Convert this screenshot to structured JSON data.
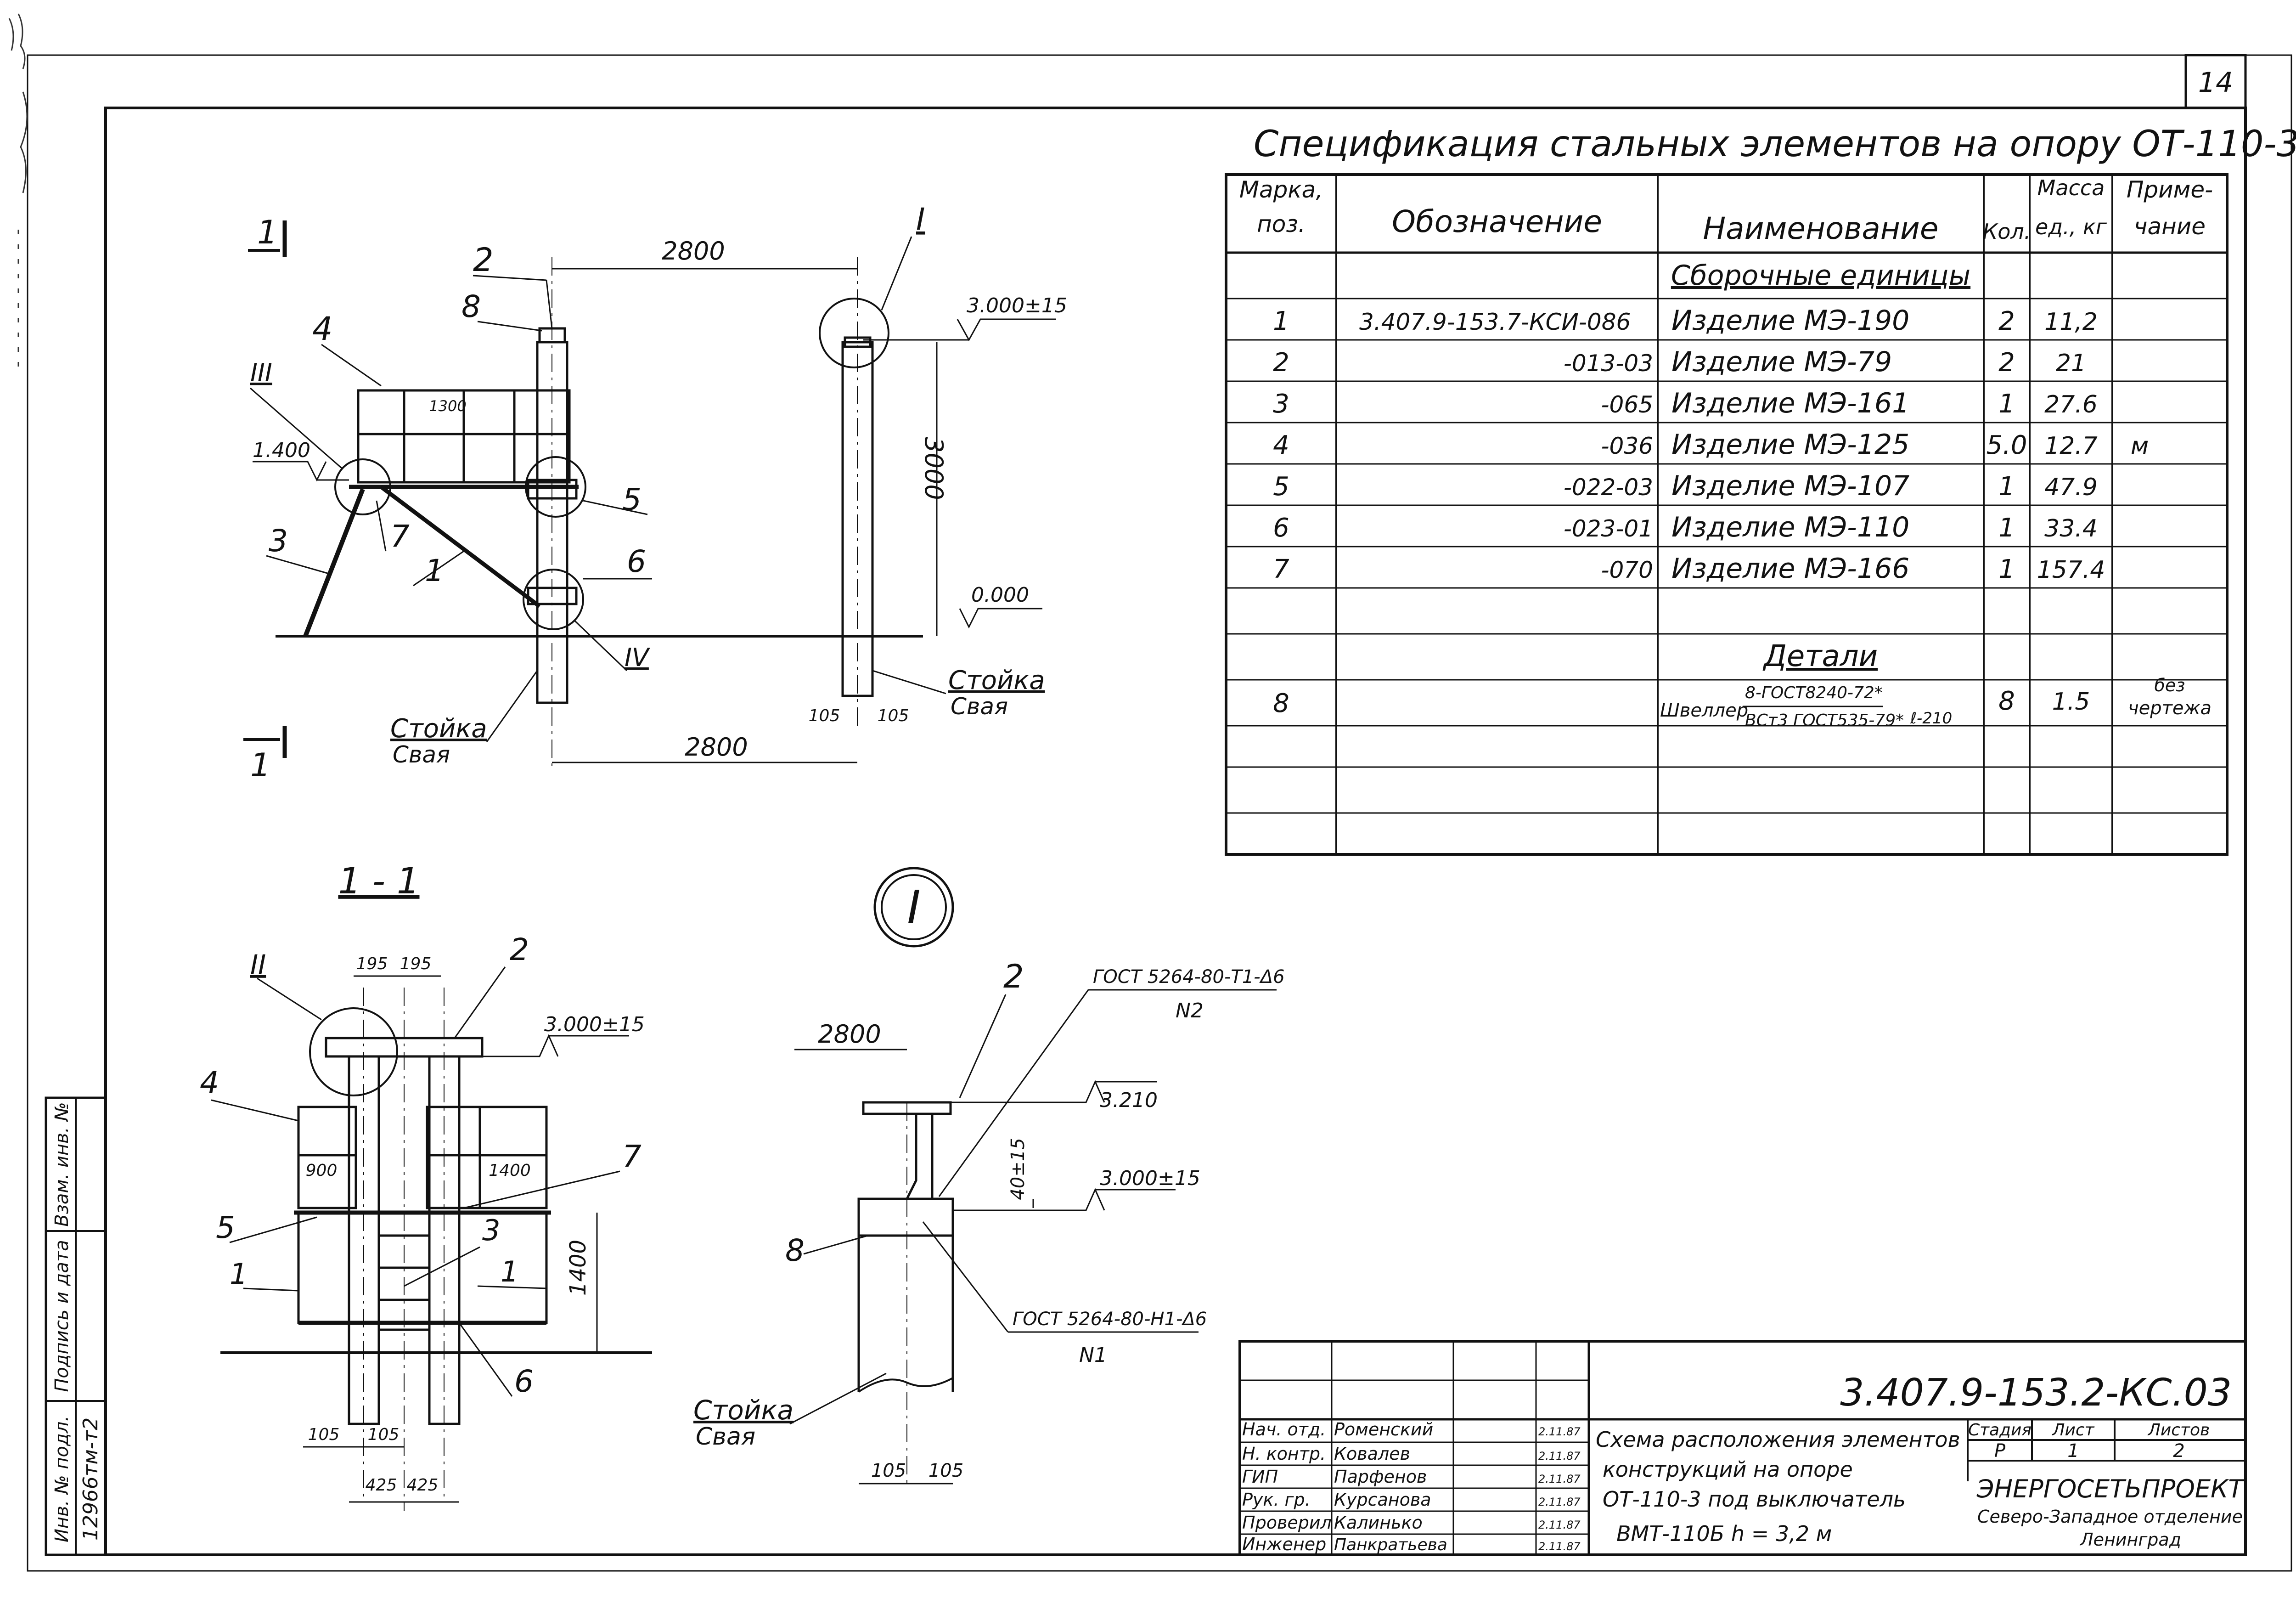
{
  "sheet_number": "14",
  "spec": {
    "title": "Спецификация стальных элементов на опору ОТ-110-3",
    "headers": {
      "mark": [
        "Марка,",
        "поз."
      ],
      "designation": "Обозначение",
      "name": "Наименование",
      "qty": "Кол.",
      "mass": [
        "Масса",
        "ед., кг"
      ],
      "note": [
        "Приме-",
        "чание"
      ]
    },
    "section_assembly": "Сборочные единицы",
    "section_details": "Детали",
    "rows": [
      {
        "mark": "1",
        "designation": "3.407.9-153.7-КСИ-086",
        "name": "Изделие МЭ-190",
        "qty": "2",
        "mass": "11,2",
        "note": ""
      },
      {
        "mark": "2",
        "designation": "-013-03",
        "name": "Изделие МЭ-79",
        "qty": "2",
        "mass": "21",
        "note": ""
      },
      {
        "mark": "3",
        "designation": "-065",
        "name": "Изделие МЭ-161",
        "qty": "1",
        "mass": "27.6",
        "note": ""
      },
      {
        "mark": "4",
        "designation": "-036",
        "name": "Изделие МЭ-125",
        "qty": "5.0",
        "mass": "12.7",
        "note": "м"
      },
      {
        "mark": "5",
        "designation": "-022-03",
        "name": "Изделие МЭ-107",
        "qty": "1",
        "mass": "47.9",
        "note": ""
      },
      {
        "mark": "6",
        "designation": "-023-01",
        "name": "Изделие МЭ-110",
        "qty": "1",
        "mass": "33.4",
        "note": ""
      },
      {
        "mark": "7",
        "designation": "-070",
        "name": "Изделие МЭ-166",
        "qty": "1",
        "mass": "157.4",
        "note": ""
      }
    ],
    "detail_row": {
      "mark": "8",
      "name_line1": "Швеллер",
      "name_frac_top": "8-ГОСТ8240-72*",
      "name_frac_bottom": "ВСт3 ГОСТ535-79*",
      "name_suffix": "ℓ-210",
      "qty": "8",
      "mass": "1.5",
      "note": [
        "без",
        "чертежа"
      ]
    }
  },
  "view_top": {
    "section_mark": "1",
    "dims": {
      "span_top": "2800",
      "span_bottom": "2800",
      "height": "3000",
      "inner": "1300",
      "left_half": "105",
      "right_half": "105"
    },
    "levels": {
      "top": "3.000±15",
      "platform": "1.400",
      "ground": "0.000"
    },
    "pos_labels": [
      "1",
      "2",
      "3",
      "4",
      "5",
      "6",
      "7",
      "8"
    ],
    "node_labels": {
      "i": "I",
      "iii": "III",
      "iv": "IV"
    },
    "post_label": [
      "Стойка",
      "Свая"
    ]
  },
  "view_section": {
    "title": "1 - 1",
    "node_label": "II",
    "dims": {
      "a": "195",
      "b": "195",
      "left": "900",
      "right": "1400",
      "height": "1400",
      "b1": "105",
      "b2": "105",
      "b3": "425",
      "b4": "425"
    },
    "level_top": "3.000±15",
    "pos_labels": [
      "1",
      "1",
      "2",
      "3",
      "4",
      "5",
      "6",
      "7"
    ]
  },
  "view_node": {
    "circle_label": "I",
    "weld_top": [
      "ГОСТ 5264-80-Т1-Δ6",
      "N2"
    ],
    "weld_bottom": [
      "ГОСТ 5264-80-Н1-Δ6",
      "N1"
    ],
    "dims": {
      "span": "2800",
      "level_a": "3.210",
      "gap": "40±15",
      "level_b": "3.000±15",
      "w1": "105",
      "w2": "105"
    },
    "pos_labels": [
      "2",
      "8"
    ],
    "post_label": [
      "Стойка",
      "Свая"
    ]
  },
  "side_stamp": {
    "inv_orig": "Инв. № подл.",
    "sign_date": "Подпись и дата",
    "inv_repl": "Взам. инв. №",
    "inv_value": "12966тм-т2"
  },
  "title_block": {
    "code": "3.407.9-153.2-КС.03",
    "staff": [
      {
        "role": "Нач. отд.",
        "name": "Роменский",
        "date": "2.11.87"
      },
      {
        "role": "Н. контр.",
        "name": "Ковалев",
        "date": "2.11.87"
      },
      {
        "role": "ГИП",
        "name": "Парфенов",
        "date": "2.11.87"
      },
      {
        "role": "Рук. гр.",
        "name": "Курсанова",
        "date": "2.11.87"
      },
      {
        "role": "Проверил",
        "name": "Калинько",
        "date": "2.11.87"
      },
      {
        "role": "Инженер",
        "name": "Панкратьева",
        "date": "2.11.87"
      }
    ],
    "description": [
      "Схема расположения элементов",
      "конструкций на опоре",
      "ОТ-110-3 под выключатель",
      "ВМТ-110Б     h = 3,2 м"
    ],
    "stage_label": "Стадия",
    "sheet_label": "Лист",
    "sheets_label": "Листов",
    "stage": "Р",
    "sheet": "1",
    "sheets": "2",
    "org": [
      "ЭНЕРГОСЕТЬПРОЕКТ",
      "Северо-Западное отделение",
      "Ленинград"
    ]
  }
}
